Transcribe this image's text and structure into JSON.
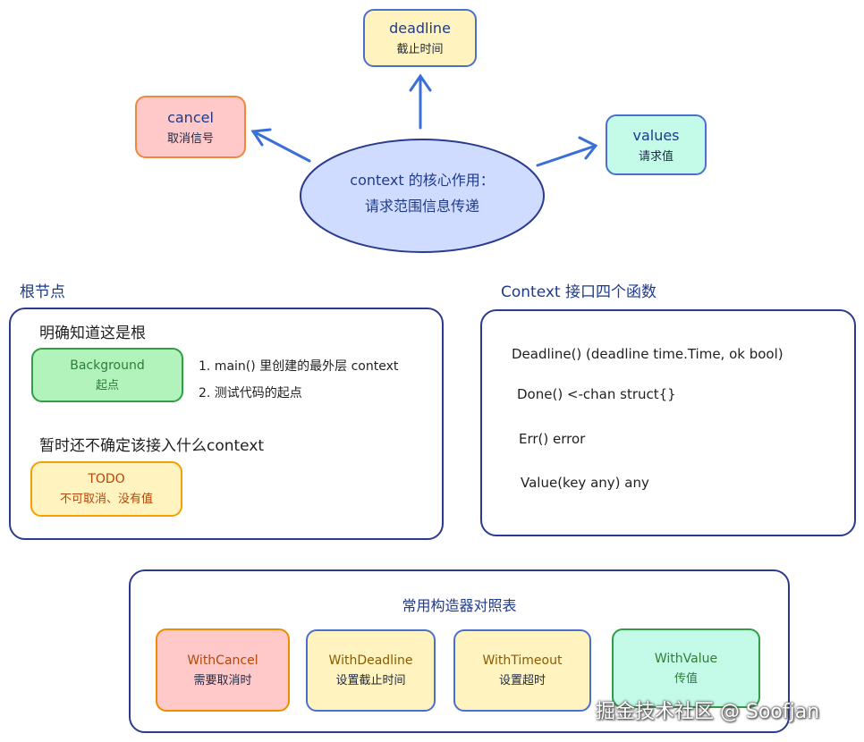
{
  "center": {
    "line1": "context 的核心作用：",
    "line2": "请求范围信息传递"
  },
  "deadline": {
    "en": "deadline",
    "zh": "截止时间"
  },
  "cancel": {
    "en": "cancel",
    "zh": "取消信号"
  },
  "values": {
    "en": "values",
    "zh": "请求值"
  },
  "root": {
    "title": "根节点",
    "explicit_label": "明确知道这是根",
    "background": {
      "en": "Background",
      "zh": "起点"
    },
    "items": [
      "1. main() 里创建的最外层 context",
      "2. 测试代码的起点"
    ],
    "unsure_label": "暂时还不确定该接入什么context",
    "todo": {
      "en": "TODO",
      "zh": "不可取消、没有值"
    }
  },
  "interface": {
    "title": "Context 接口四个函数",
    "functions": [
      "Deadline() (deadline time.Time, ok bool)",
      "Done() <-chan struct{}",
      "Err() error",
      "Value(key any) any"
    ]
  },
  "builders": {
    "title": "常用构造器对照表",
    "items": [
      {
        "en": "WithCancel",
        "zh": "需要取消时"
      },
      {
        "en": "WithDeadline",
        "zh": "设置截止时间"
      },
      {
        "en": "WithTimeout",
        "zh": "设置超时"
      },
      {
        "en": "WithValue",
        "zh": "传值"
      }
    ]
  },
  "watermark": "掘金技术社区 @ Soofjan",
  "colors": {
    "accent_blue": "#4a6fd0",
    "title_blue": "#1e3a8a",
    "ellipse_fill": "#d0dcff"
  }
}
